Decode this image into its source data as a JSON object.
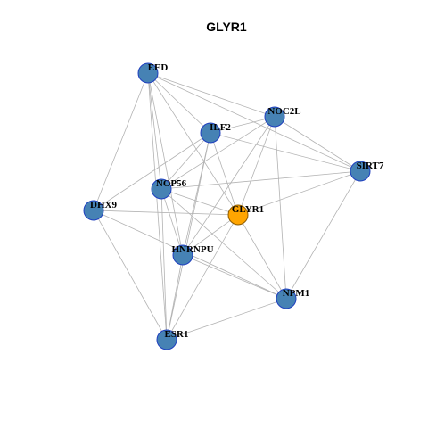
{
  "title": "GLYR1",
  "colors": {
    "node_fill": "#4682b4",
    "node_stroke": "#1f3fbf",
    "center_fill": "#ffa500",
    "center_stroke": "#8b5a00",
    "edge": "#b3b3b3"
  },
  "nodes": [
    {
      "id": "EED",
      "label": "EED",
      "center": false
    },
    {
      "id": "NOC2L",
      "label": "NOC2L",
      "center": false
    },
    {
      "id": "ILF2",
      "label": "ILF2",
      "center": false
    },
    {
      "id": "SIRT7",
      "label": "SIRT7",
      "center": false
    },
    {
      "id": "NOP56",
      "label": "NOP56",
      "center": false
    },
    {
      "id": "DHX9",
      "label": "DHX9",
      "center": false
    },
    {
      "id": "GLYR1",
      "label": "GLYR1",
      "center": true
    },
    {
      "id": "HNRNPU",
      "label": "HNRNPU",
      "center": false
    },
    {
      "id": "NPM1",
      "label": "NPM1",
      "center": false
    },
    {
      "id": "ESR1",
      "label": "ESR1",
      "center": false
    }
  ],
  "edges": [
    [
      "EED",
      "NOC2L"
    ],
    [
      "EED",
      "SIRT7"
    ],
    [
      "EED",
      "ILF2"
    ],
    [
      "EED",
      "NOP56"
    ],
    [
      "EED",
      "DHX9"
    ],
    [
      "EED",
      "GLYR1"
    ],
    [
      "EED",
      "HNRNPU"
    ],
    [
      "EED",
      "ESR1"
    ],
    [
      "NOC2L",
      "ILF2"
    ],
    [
      "NOC2L",
      "NOP56"
    ],
    [
      "NOC2L",
      "GLYR1"
    ],
    [
      "NOC2L",
      "HNRNPU"
    ],
    [
      "NOC2L",
      "NPM1"
    ],
    [
      "NOC2L",
      "SIRT7"
    ],
    [
      "ILF2",
      "SIRT7"
    ],
    [
      "ILF2",
      "DHX9"
    ],
    [
      "ILF2",
      "NOP56"
    ],
    [
      "ILF2",
      "GLYR1"
    ],
    [
      "ILF2",
      "HNRNPU"
    ],
    [
      "ILF2",
      "ESR1"
    ],
    [
      "SIRT7",
      "NOP56"
    ],
    [
      "SIRT7",
      "NPM1"
    ],
    [
      "SIRT7",
      "GLYR1"
    ],
    [
      "NOP56",
      "GLYR1"
    ],
    [
      "NOP56",
      "HNRNPU"
    ],
    [
      "NOP56",
      "NPM1"
    ],
    [
      "NOP56",
      "ESR1"
    ],
    [
      "DHX9",
      "GLYR1"
    ],
    [
      "DHX9",
      "NPM1"
    ],
    [
      "DHX9",
      "ESR1"
    ],
    [
      "GLYR1",
      "HNRNPU"
    ],
    [
      "GLYR1",
      "NPM1"
    ],
    [
      "GLYR1",
      "ESR1"
    ],
    [
      "HNRNPU",
      "NPM1"
    ],
    [
      "HNRNPU",
      "ESR1"
    ],
    [
      "NPM1",
      "ESR1"
    ]
  ]
}
